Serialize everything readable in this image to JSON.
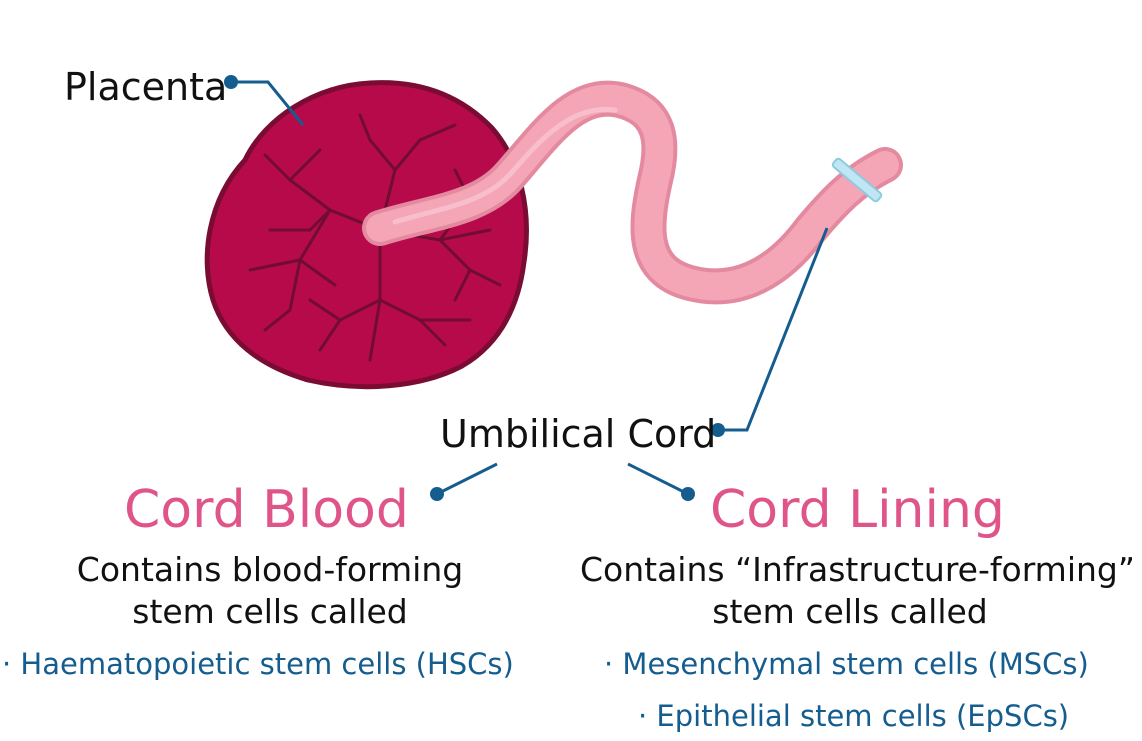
{
  "labels": {
    "placenta": "Placenta",
    "umbilical_cord": "Umbilical Cord"
  },
  "cord_blood": {
    "title": "Cord Blood",
    "description_line1": "Contains blood-forming",
    "description_line2": "stem cells called",
    "cells": [
      "· Haematopoietic stem cells (HSCs)"
    ]
  },
  "cord_lining": {
    "title": "Cord Lining",
    "description_line1": "Contains “Infrastructure-forming”",
    "description_line2": "stem cells called",
    "cells": [
      "· Mesenchymal stem cells (MSCs)",
      "· Epithelial stem cells (EpSCs)"
    ]
  },
  "colors": {
    "placenta_fill": "#b70a4a",
    "placenta_vessel": "#700d30",
    "cord_fill": "#f4a6b7",
    "cord_edge": "#e48aa0",
    "clamp": "#bfe6f2",
    "leader": "#155c8f",
    "title_pink": "#e05589",
    "text_blue": "#155c8f"
  }
}
